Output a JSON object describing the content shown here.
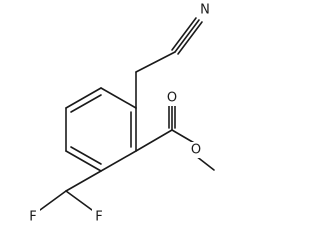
{
  "molecule": {
    "atoms": {
      "nitrile_n": "N",
      "carbonyl_o": "O",
      "ester_o": "O",
      "fluorine_1": "F",
      "fluorine_2": "F"
    }
  }
}
